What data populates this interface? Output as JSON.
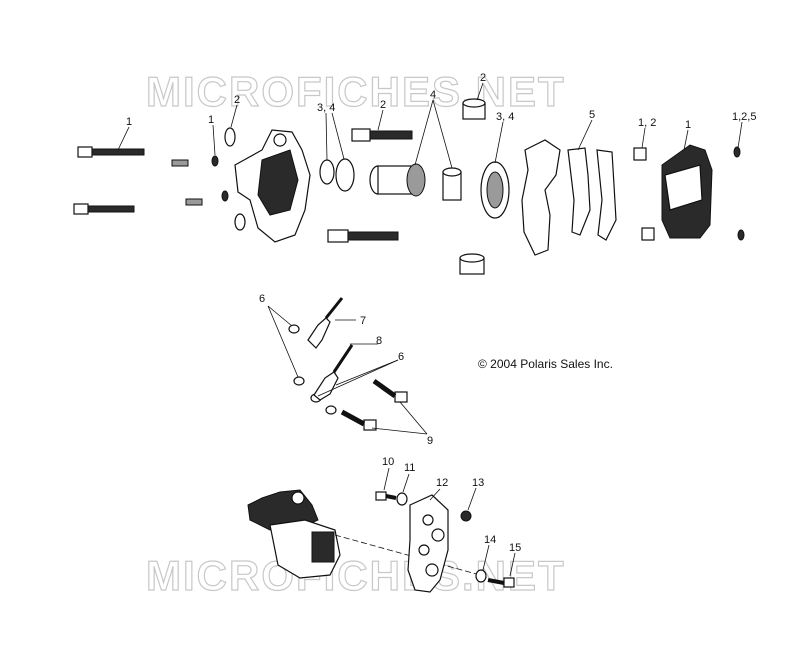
{
  "watermark_text": "MICROFICHES.NET",
  "copyright": "© 2004 Polaris Sales Inc.",
  "callouts": [
    "1",
    "2",
    "1",
    "3, 4",
    "2",
    "4",
    "2",
    "3, 4",
    "5",
    "1, 2",
    "1",
    "1,2,5",
    "6",
    "7",
    "8",
    "6",
    "9",
    "10",
    "11",
    "12",
    "13",
    "14",
    "15"
  ]
}
